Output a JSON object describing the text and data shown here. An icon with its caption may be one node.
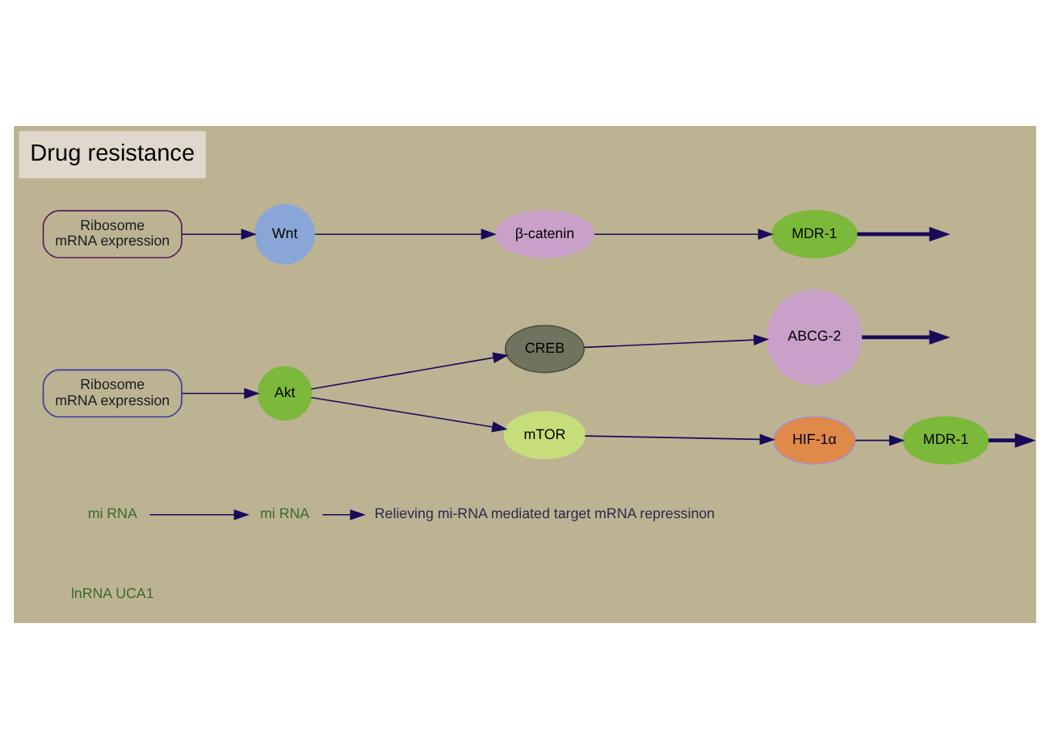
{
  "diagram": {
    "nodes": [
      {
        "text": [
          "lnRNA UCA1"
        ]
      },
      {
        "text": [
          "mi RNA"
        ]
      },
      {
        "text": [
          "mi RNA"
        ]
      },
      {
        "text": [
          "Ribosome",
          "mRNA expression"
        ]
      },
      {
        "text": [
          "Relieving mi-RNA mediated target mRNA repressinon"
        ]
      },
      {
        "text": [
          "Ribosome",
          "mRNA expression"
        ]
      },
      {
        "text": [
          "Akt"
        ]
      },
      {
        "text": [
          "CREB"
        ]
      },
      {
        "text": [
          "ABCG-2"
        ]
      },
      {
        "text": [
          "mTOR"
        ]
      },
      {
        "text": [
          "HIF-1α"
        ]
      },
      {
        "text": [
          "MDR-1"
        ]
      },
      {
        "text": [
          "Wnt"
        ]
      },
      {
        "text": [
          "β-catenin"
        ]
      },
      {
        "text": [
          "MDR-1"
        ]
      },
      {
        "text": [
          "Drug resistance"
        ]
      }
    ],
    "edges": [
      {
        "from": 1,
        "to": 2,
        "arrow": "to"
      },
      {
        "from": 2,
        "to": 4,
        "arrow": "to"
      },
      {
        "from": 3,
        "to": 6,
        "arrow": "to"
      },
      {
        "from": 6,
        "to": 7,
        "arrow": "to"
      },
      {
        "from": 7,
        "to": 8,
        "arrow": "to"
      },
      {
        "from": 8,
        "to": null,
        "arrow": "to",
        "style": "thick"
      },
      {
        "from": 6,
        "to": 9,
        "arrow": "to"
      },
      {
        "from": 9,
        "to": 10,
        "arrow": "to"
      },
      {
        "from": 10,
        "to": 11,
        "arrow": "to"
      },
      {
        "from": 11,
        "to": null,
        "arrow": "to",
        "style": "thick"
      },
      {
        "from": 5,
        "to": 12,
        "arrow": "to"
      },
      {
        "from": 12,
        "to": 13,
        "arrow": "to"
      },
      {
        "from": 13,
        "to": 14,
        "arrow": "to"
      },
      {
        "from": 14,
        "to": null,
        "arrow": "to",
        "style": "thick"
      }
    ]
  }
}
